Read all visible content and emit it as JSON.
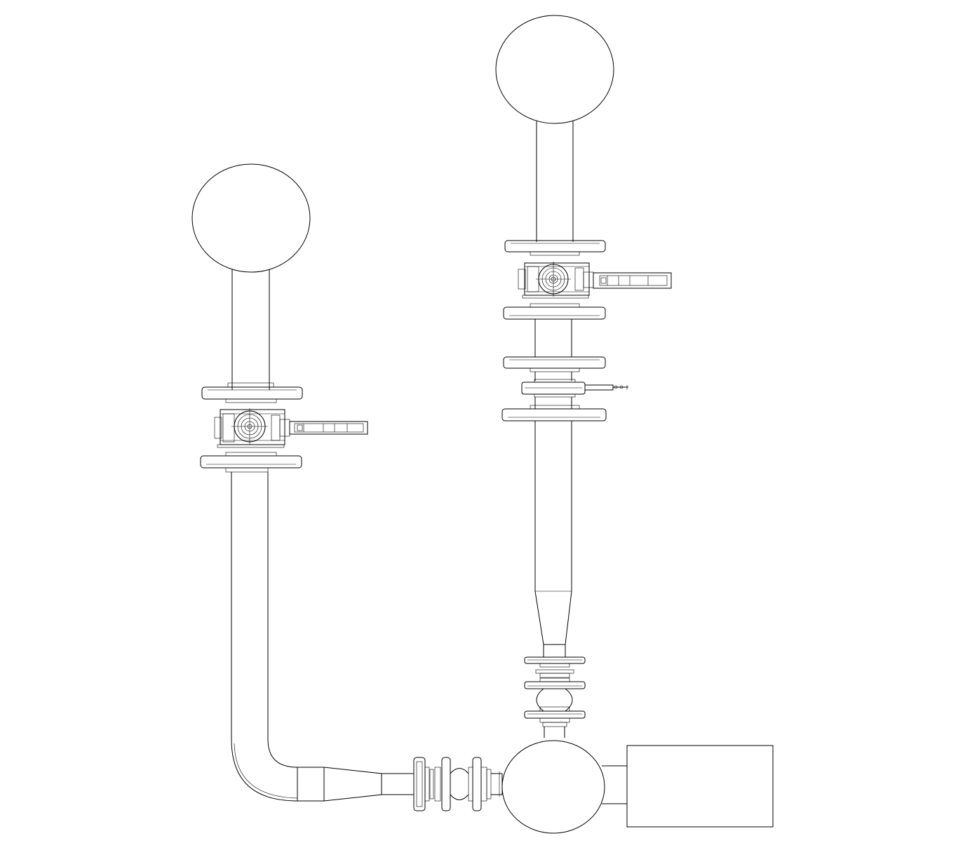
{
  "diagram": {
    "type": "piping-cad-drawing",
    "line_color": "#000000",
    "background": "#ffffff",
    "components": {
      "vessels": [
        "left-sphere-vessel",
        "right-sphere-vessel"
      ],
      "valves": [
        "left-ball-valve",
        "right-ball-valve"
      ],
      "pump": "centrifugal-pump",
      "motor": "pump-motor",
      "expansion_joints": [
        "horizontal-expansion-joint",
        "vertical-expansion-joint"
      ],
      "reducers": [
        "horizontal-reducer",
        "vertical-reducer"
      ]
    }
  }
}
